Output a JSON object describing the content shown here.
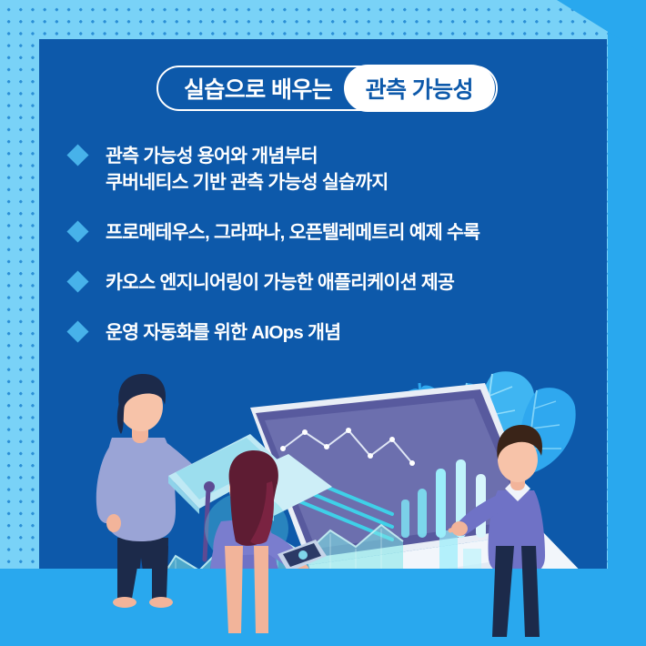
{
  "poster": {
    "background_color": "#79d2f7",
    "accent_color": "#29a8ee",
    "panel_color": "#0d59aa",
    "bullet_marker_color": "#47b2ea",
    "text_color": "#ffffff"
  },
  "title": {
    "prefix": "실습으로 배우는",
    "highlight": "관측 가능성",
    "highlight_text_color": "#0d59aa",
    "highlight_bg_color": "#ffffff"
  },
  "features": [
    {
      "marker": "diamond-bullet-icon",
      "text": "관측 가능성 용어와 개념부터\n쿠버네티스 기반 관측 가능성 실습까지"
    },
    {
      "marker": "diamond-bullet-icon",
      "text": "프로메테우스, 그라파나, 오픈텔레메트리 예제 수록"
    },
    {
      "marker": "diamond-bullet-icon",
      "text": "카오스 엔지니어링이 가능한 애플리케이션 제공"
    },
    {
      "marker": "diamond-bullet-icon",
      "text": "운영 자동화를 위한 AIOps 개념"
    }
  ],
  "illustration": {
    "name": "data-analytics-team-illustration",
    "elements": [
      "standing-person-with-panel",
      "woman-with-tablet",
      "man-touching-screen",
      "laptop-with-dashboard",
      "leaf-decoration"
    ],
    "laptop_screen": {
      "type": "dashboard",
      "charts": [
        "line-chart",
        "bar-chart",
        "area-chart"
      ],
      "screen_color": "#4a4a96",
      "chart_accent_color": "#5fd8e8"
    }
  }
}
